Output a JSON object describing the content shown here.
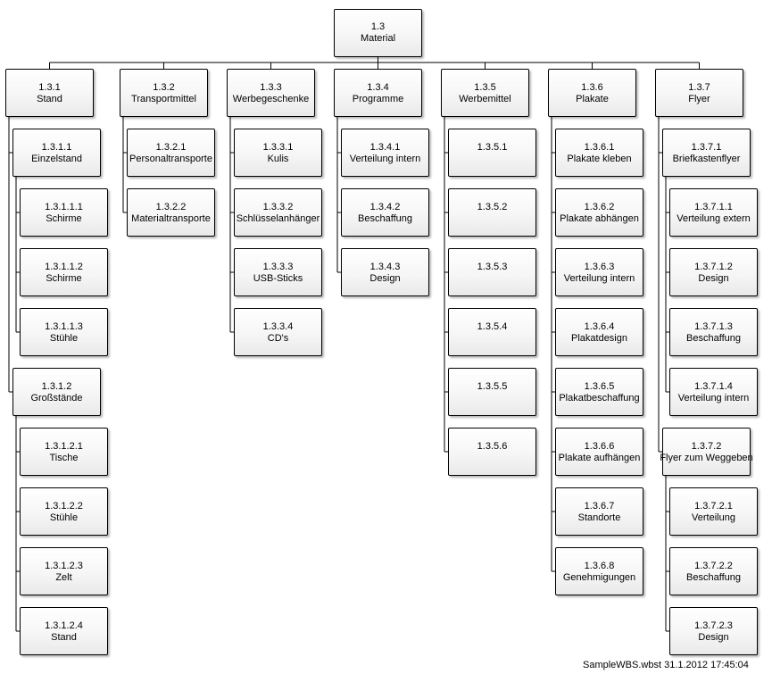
{
  "root": {
    "id": "1.3",
    "label": "Material"
  },
  "columns": [
    {
      "id": "1.3.1",
      "label": "Stand",
      "children": [
        {
          "id": "1.3.1.1",
          "label": "Einzelstand",
          "children": [
            {
              "id": "1.3.1.1.1",
              "label": "Schirme"
            },
            {
              "id": "1.3.1.1.2",
              "label": "Schirme"
            },
            {
              "id": "1.3.1.1.3",
              "label": "Stühle"
            }
          ]
        },
        {
          "id": "1.3.1.2",
          "label": "Großstände",
          "children": [
            {
              "id": "1.3.1.2.1",
              "label": "Tische"
            },
            {
              "id": "1.3.1.2.2",
              "label": "Stühle"
            },
            {
              "id": "1.3.1.2.3",
              "label": "Zelt"
            },
            {
              "id": "1.3.1.2.4",
              "label": "Stand"
            }
          ]
        }
      ]
    },
    {
      "id": "1.3.2",
      "label": "Transportmittel",
      "children": [
        {
          "id": "1.3.2.1",
          "label": "Personaltransporte"
        },
        {
          "id": "1.3.2.2",
          "label": "Materialtransporte"
        }
      ]
    },
    {
      "id": "1.3.3",
      "label": "Werbegeschenke",
      "children": [
        {
          "id": "1.3.3.1",
          "label": "Kulis"
        },
        {
          "id": "1.3.3.2",
          "label": "Schlüsselanhänger"
        },
        {
          "id": "1.3.3.3",
          "label": "USB-Sticks"
        },
        {
          "id": "1.3.3.4",
          "label": "CD's"
        }
      ]
    },
    {
      "id": "1.3.4",
      "label": "Programme",
      "children": [
        {
          "id": "1.3.4.1",
          "label": "Verteilung intern"
        },
        {
          "id": "1.3.4.2",
          "label": "Beschaffung"
        },
        {
          "id": "1.3.4.3",
          "label": "Design"
        }
      ]
    },
    {
      "id": "1.3.5",
      "label": "Werbemittel",
      "children": [
        {
          "id": "1.3.5.1",
          "label": ""
        },
        {
          "id": "1.3.5.2",
          "label": ""
        },
        {
          "id": "1.3.5.3",
          "label": ""
        },
        {
          "id": "1.3.5.4",
          "label": ""
        },
        {
          "id": "1.3.5.5",
          "label": ""
        },
        {
          "id": "1.3.5.6",
          "label": ""
        }
      ]
    },
    {
      "id": "1.3.6",
      "label": "Plakate",
      "children": [
        {
          "id": "1.3.6.1",
          "label": "Plakate kleben"
        },
        {
          "id": "1.3.6.2",
          "label": "Plakate abhängen"
        },
        {
          "id": "1.3.6.3",
          "label": "Verteilung intern"
        },
        {
          "id": "1.3.6.4",
          "label": "Plakatdesign"
        },
        {
          "id": "1.3.6.5",
          "label": "Plakatbeschaffung"
        },
        {
          "id": "1.3.6.6",
          "label": "Plakate aufhängen"
        },
        {
          "id": "1.3.6.7",
          "label": "Standorte"
        },
        {
          "id": "1.3.6.8",
          "label": "Genehmigungen"
        }
      ]
    },
    {
      "id": "1.3.7",
      "label": "Flyer",
      "children": [
        {
          "id": "1.3.7.1",
          "label": "Briefkastenflyer",
          "children": [
            {
              "id": "1.3.7.1.1",
              "label": "Verteilung extern"
            },
            {
              "id": "1.3.7.1.2",
              "label": "Design"
            },
            {
              "id": "1.3.7.1.3",
              "label": "Beschaffung"
            },
            {
              "id": "1.3.7.1.4",
              "label": "Verteilung intern"
            }
          ]
        },
        {
          "id": "1.3.7.2",
          "label": "Flyer zum Weggeben",
          "children": [
            {
              "id": "1.3.7.2.1",
              "label": "Verteilung"
            },
            {
              "id": "1.3.7.2.2",
              "label": "Beschaffung"
            },
            {
              "id": "1.3.7.2.3",
              "label": "Design"
            }
          ]
        }
      ]
    }
  ],
  "footer": {
    "file": "SampleWBS.wbst",
    "timestamp": "31.1.2012 17:45:04"
  }
}
